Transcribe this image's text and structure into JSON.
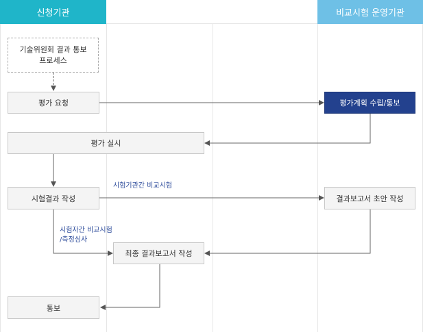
{
  "lanes": {
    "applicant": "신청기관",
    "operator": "비교시험 운영기관"
  },
  "nodes": {
    "committee_result": "기술위원회 결과 통보\n프로세스",
    "eval_request": "평가 요청",
    "eval_plan": "평가계획 수립/통보",
    "eval_conduct": "평가 실시",
    "test_result": "시험결과 작성",
    "draft_report": "결과보고서 초안 작성",
    "final_report": "최종 결과보고서 작성",
    "notice": "통보"
  },
  "edge_labels": {
    "inter_lab": "시험기관간 비교시험",
    "intra_lab": "시험자간 비교시험\n/측정심사"
  },
  "colors": {
    "applicant_header": "#1fb5c9",
    "operator_header": "#6ec0e6",
    "navy_box": "#23418e"
  }
}
